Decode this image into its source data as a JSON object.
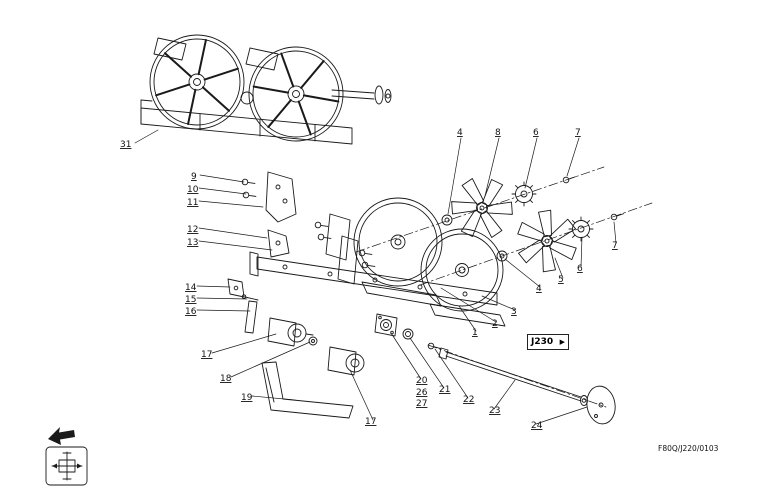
{
  "page": {
    "background": "#ffffff",
    "line_color": "#1a1a1a",
    "footer_code": "F80Q/J220/0103",
    "reference": {
      "label": "J230",
      "arrow": "▶"
    }
  },
  "diagram": {
    "description_labels": "exploded parts diagram callout numbers",
    "labels": [
      "31",
      "9",
      "10",
      "11",
      "12",
      "13",
      "14",
      "15",
      "16",
      "17",
      "18",
      "19",
      "17",
      "4",
      "8",
      "6",
      "7",
      "7",
      "6",
      "5",
      "4",
      "3",
      "2",
      "1",
      "20",
      "26",
      "27",
      "21",
      "22",
      "23",
      "24"
    ]
  }
}
